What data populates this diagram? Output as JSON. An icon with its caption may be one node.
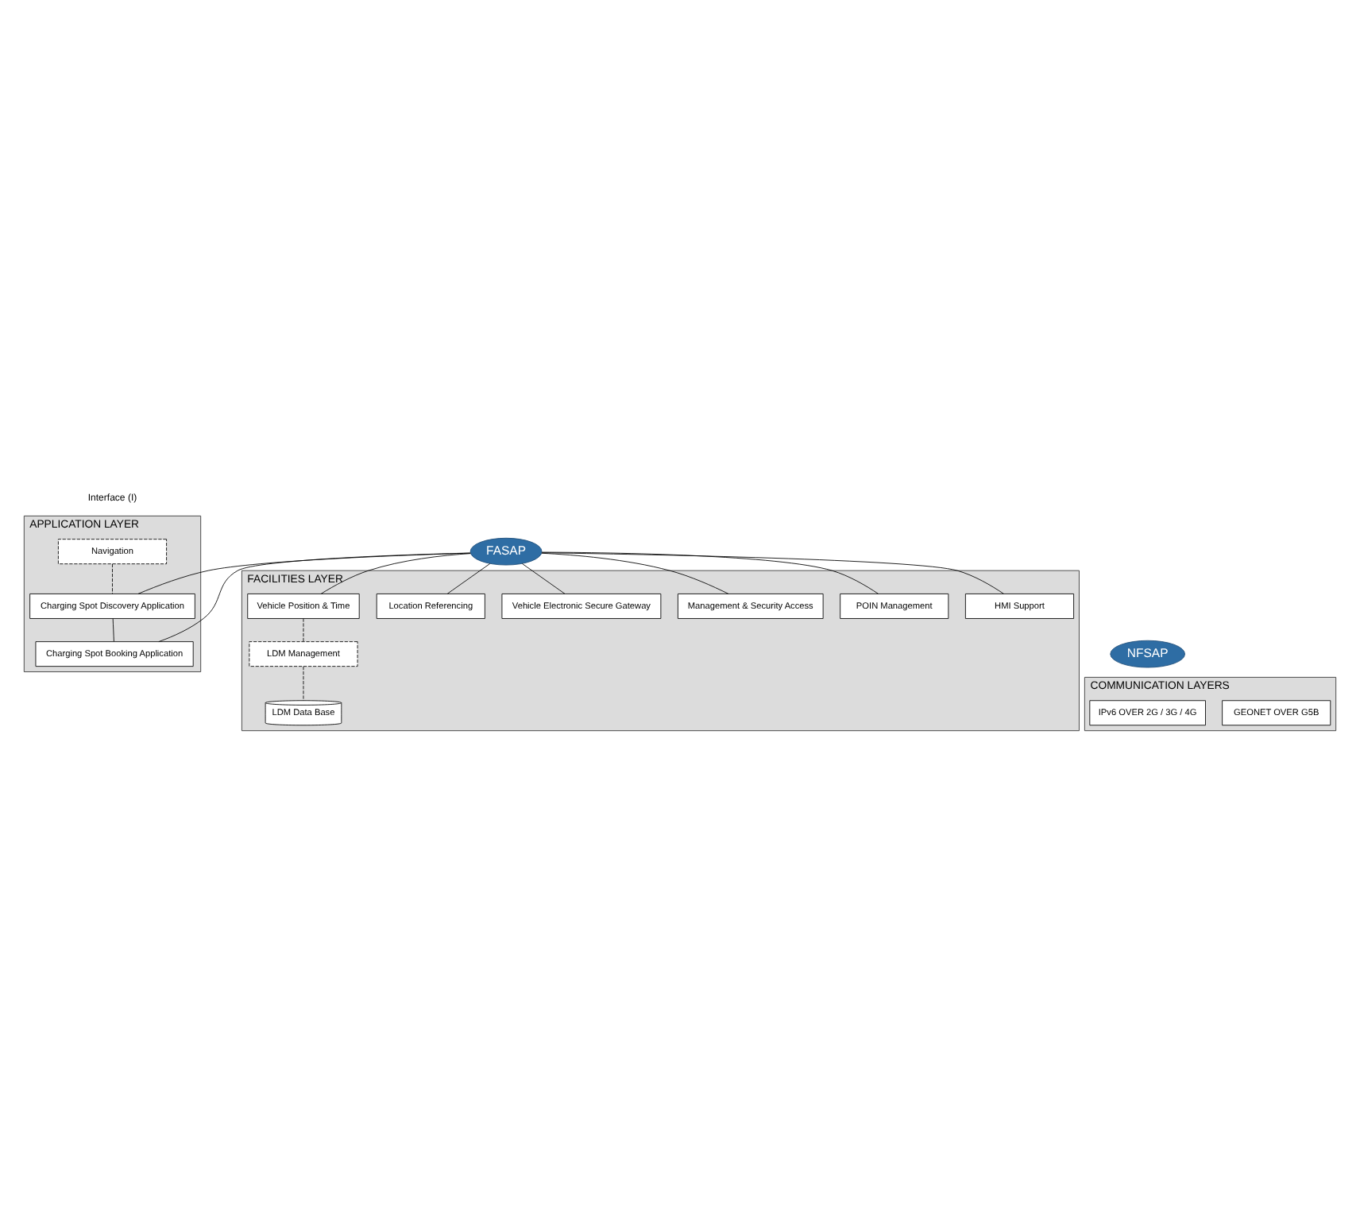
{
  "diagram": {
    "nodes": [
      {
        "text": [
          "APPLICATION LAYER"
        ]
      },
      {
        "text": [
          "Navigation"
        ],
        "in": 0
      },
      {
        "text": [
          "Charging Spot Discovery Application"
        ],
        "in": 0
      },
      {
        "text": [
          "Charging Spot Booking Application"
        ],
        "in": 0
      },
      {
        "text": [
          "FASAP"
        ]
      },
      {
        "text": [
          "FACILITIES LAYER"
        ]
      },
      {
        "text": [
          "HMI Support"
        ],
        "in": 5
      },
      {
        "text": [
          "POIN Management"
        ],
        "in": 5
      },
      {
        "text": [
          "Vehicle Position & Time"
        ],
        "in": 5
      },
      {
        "text": [
          "LDM Management"
        ],
        "in": 5
      },
      {
        "text": [
          "Vehicle Electronic Secure Gateway"
        ],
        "in": 5
      },
      {
        "text": [
          "LDM Data Base"
        ],
        "in": 5
      },
      {
        "text": [
          "Location Referencing"
        ],
        "in": 5
      },
      {
        "text": [
          "Management & Security Access"
        ],
        "in": 5
      },
      {
        "text": [
          "NFSAP"
        ]
      },
      {
        "text": [
          "COMMUNICATION LAYERS"
        ]
      },
      {
        "text": [
          "GEONET OVER G5B"
        ],
        "in": 15
      },
      {
        "text": [
          "IPv6 OVER 2G / 3G / 4G"
        ],
        "in": 15
      }
    ],
    "edges": [
      {
        "from": 1,
        "to": 2,
        "arrow": "none",
        "style": "dashed"
      },
      {
        "from": 2,
        "to": 3,
        "arrow": "none"
      },
      {
        "from": 4,
        "to": 2,
        "arrow": "none"
      },
      {
        "from": 4,
        "to": 3,
        "arrow": "none"
      },
      {
        "from": 4,
        "to": 6,
        "arrow": "none"
      },
      {
        "from": 4,
        "to": 7,
        "arrow": "none"
      },
      {
        "from": 4,
        "to": 8,
        "arrow": "none"
      },
      {
        "from": 4,
        "to": 10,
        "arrow": "none"
      },
      {
        "from": 4,
        "to": 12,
        "arrow": "none"
      },
      {
        "from": 4,
        "to": 13,
        "arrow": "none"
      },
      {
        "from": 8,
        "to": 9,
        "arrow": "none",
        "style": "dashed"
      },
      {
        "from": 9,
        "to": 11,
        "arrow": "none",
        "style": "dashed"
      }
    ],
    "labels": [
      "Interface (I)"
    ]
  }
}
